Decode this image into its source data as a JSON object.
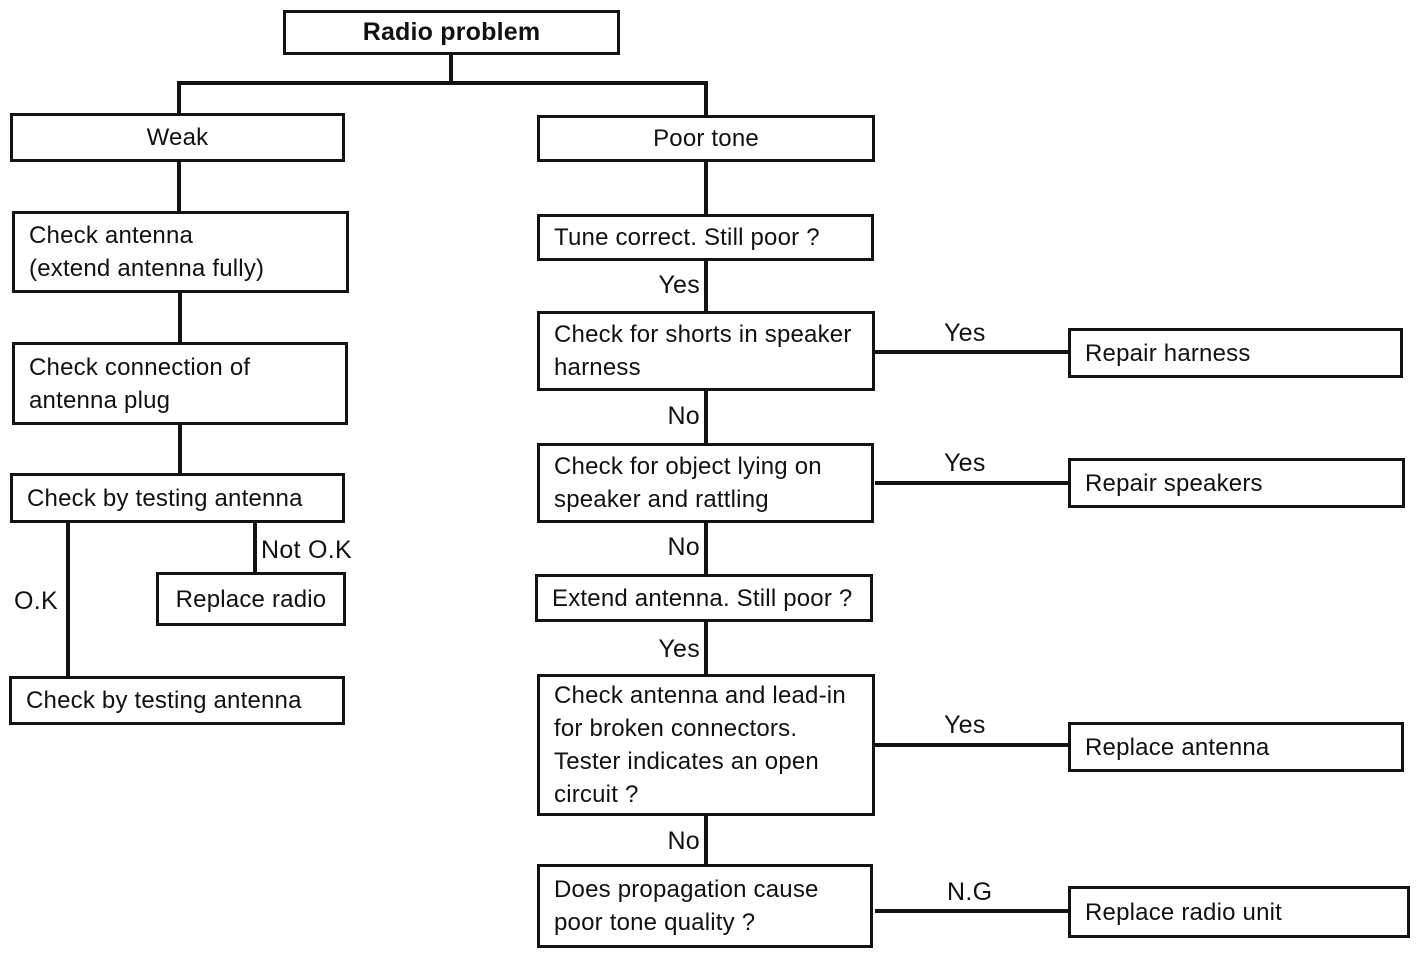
{
  "diagram": {
    "type": "flowchart",
    "title": "Radio problem",
    "nodes": {
      "radio_problem": "Radio problem",
      "weak": "Weak",
      "check_antenna": "Check antenna\n(extend antenna fully)",
      "check_connection": "Check connection of\nantenna plug",
      "check_by_testing_antenna": "Check by testing antenna",
      "replace_radio": "Replace radio",
      "check_by_testing_antenna_2": "Check by testing antenna",
      "poor_tone": "Poor tone",
      "tune_correct": "Tune correct. Still poor ?",
      "check_shorts": "Check for shorts in speaker\nharness",
      "repair_harness": "Repair harness",
      "check_object": "Check for object lying on\nspeaker and rattling",
      "repair_speakers": "Repair speakers",
      "extend_antenna": "Extend antenna. Still poor ?",
      "check_lead_in": "Check antenna and lead-in\nfor broken connectors.\nTester indicates an open\ncircuit ?",
      "replace_antenna": "Replace antenna",
      "does_propagation": "Does propagation cause\npoor tone quality ?",
      "replace_radio_unit": "Replace radio unit"
    },
    "edge_labels": {
      "ok": "O.K",
      "not_ok": "Not O.K",
      "yes": "Yes",
      "no": "No",
      "ng": "N.G"
    },
    "edges": [
      {
        "from": "radio_problem",
        "to": "weak",
        "label": ""
      },
      {
        "from": "radio_problem",
        "to": "poor_tone",
        "label": ""
      },
      {
        "from": "weak",
        "to": "check_antenna",
        "label": ""
      },
      {
        "from": "check_antenna",
        "to": "check_connection",
        "label": ""
      },
      {
        "from": "check_connection",
        "to": "check_by_testing_antenna",
        "label": ""
      },
      {
        "from": "check_by_testing_antenna",
        "to": "check_by_testing_antenna_2",
        "label": "O.K"
      },
      {
        "from": "check_by_testing_antenna",
        "to": "replace_radio",
        "label": "Not O.K"
      },
      {
        "from": "poor_tone",
        "to": "tune_correct",
        "label": ""
      },
      {
        "from": "tune_correct",
        "to": "check_shorts",
        "label": "Yes"
      },
      {
        "from": "check_shorts",
        "to": "repair_harness",
        "label": "Yes"
      },
      {
        "from": "check_shorts",
        "to": "check_object",
        "label": "No"
      },
      {
        "from": "check_object",
        "to": "repair_speakers",
        "label": "Yes"
      },
      {
        "from": "check_object",
        "to": "extend_antenna",
        "label": "No"
      },
      {
        "from": "extend_antenna",
        "to": "check_lead_in",
        "label": "Yes"
      },
      {
        "from": "check_lead_in",
        "to": "replace_antenna",
        "label": "Yes"
      },
      {
        "from": "check_lead_in",
        "to": "does_propagation",
        "label": "No"
      },
      {
        "from": "does_propagation",
        "to": "replace_radio_unit",
        "label": "N.G"
      }
    ],
    "colors": {
      "background": "#ffffff",
      "ink": "#131313"
    }
  }
}
